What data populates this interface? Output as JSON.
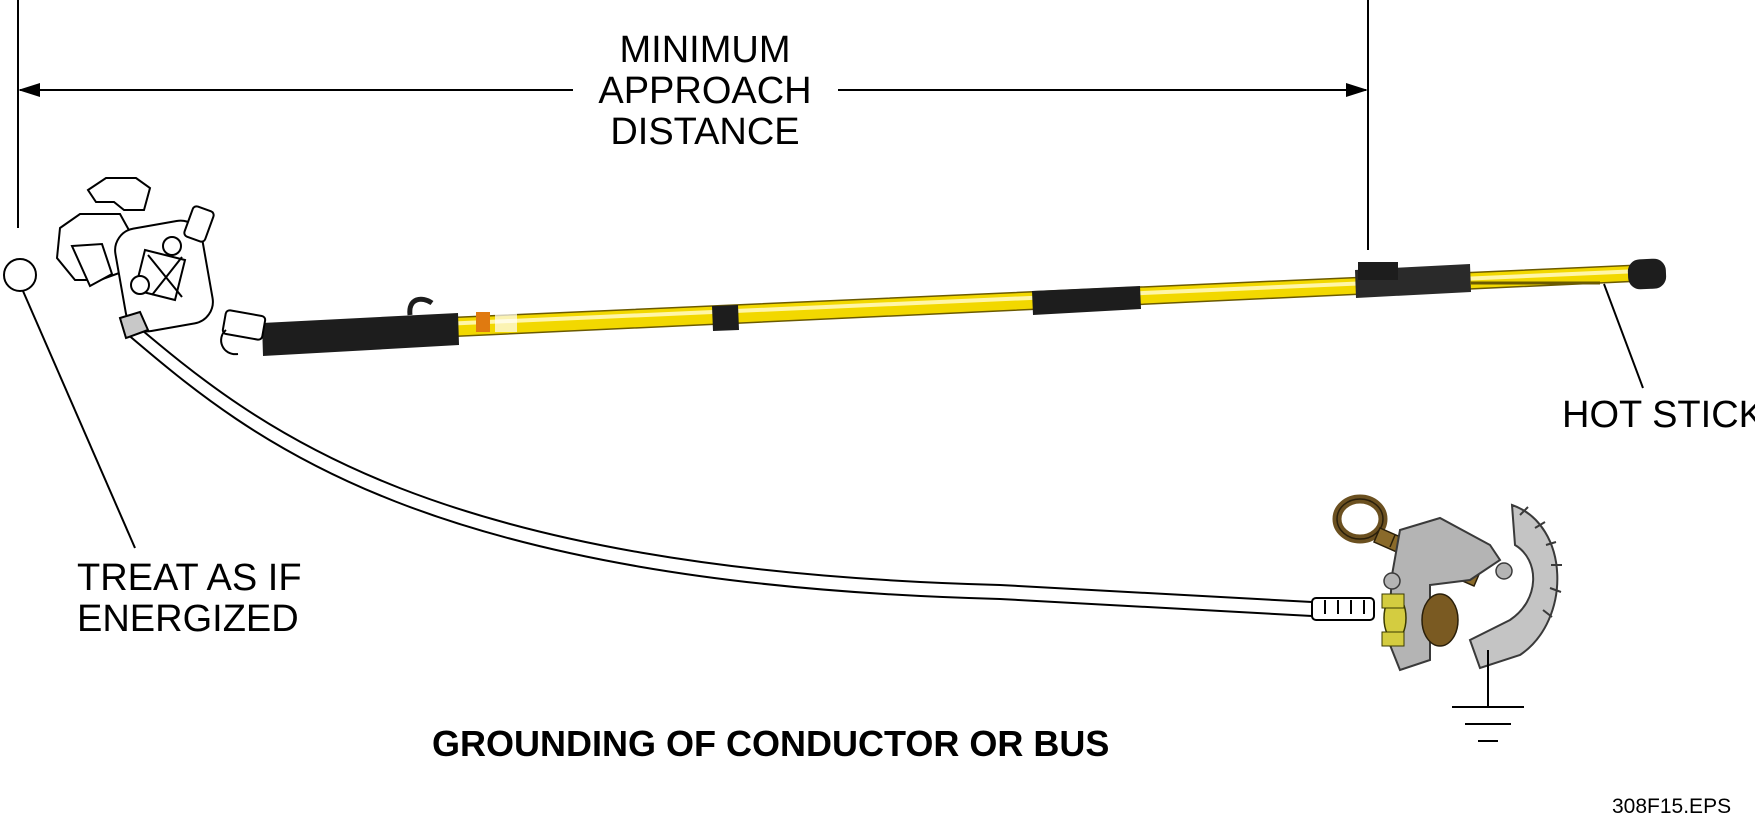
{
  "labels": {
    "approach_line1": "MINIMUM",
    "approach_line2": "APPROACH",
    "approach_line3": "DISTANCE",
    "hot_stick": "HOT STICK",
    "treat_line1": "TREAT AS IF",
    "treat_line2": "ENERGIZED",
    "title": "GROUNDING OF CONDUCTOR OR BUS",
    "file_ref": "308F15.EPS"
  },
  "colors": {
    "stick_yellow": "#f2d800",
    "stick_black": "#1d1d1d",
    "clamp_gray": "#b4b4b4",
    "bronze": "#8a6a2a"
  }
}
